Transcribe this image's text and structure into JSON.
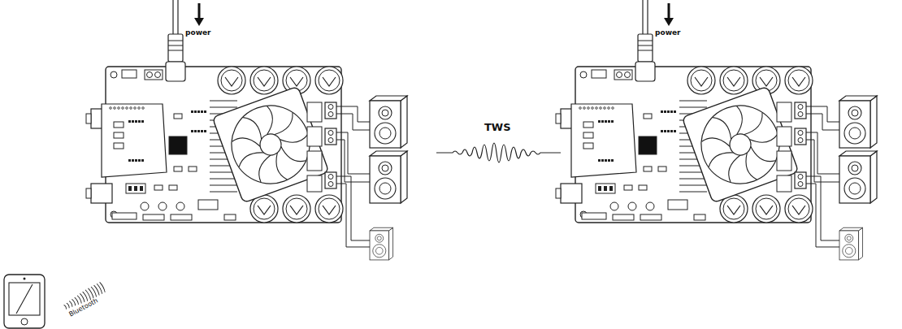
{
  "diagram": {
    "labels": [
      "power",
      "power",
      "TWS",
      "Bluetooth"
    ]
  }
}
